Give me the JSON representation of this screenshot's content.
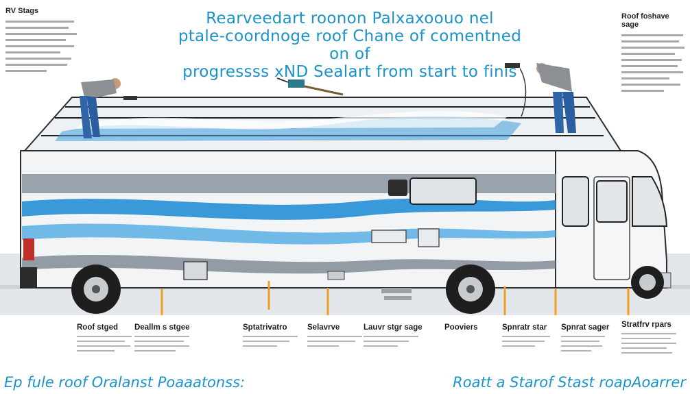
{
  "title": {
    "line1": "Rearveedart roonon Palxaxoouo nel",
    "line2": "ptale-coordnoge roof Chane of comentned on of",
    "line3": "progressss xND Sealart from start to finis"
  },
  "top_left_title": "RV Stags",
  "top_right_title": "Roof foshave sage",
  "stages": [
    {
      "label": "Roof stged"
    },
    {
      "label": "Deallm s stgee"
    },
    {
      "label": "Sptatrivatro"
    },
    {
      "label": "Selavrve"
    },
    {
      "label": "Lauvr stgr sage"
    },
    {
      "label": "Pooviers"
    },
    {
      "label": "Spnratr star"
    },
    {
      "label": "Spnrat sager"
    },
    {
      "label": "Stratfrv rpars"
    }
  ],
  "footer": {
    "left": "Ep fule roof Oralanst Poaaatonss:",
    "right": "Roatt a Starof Stast roapAoarrer"
  },
  "colors": {
    "accent": "#1c93c8",
    "rv_body": "#f2f4f6",
    "stripe_blue": "#3a9ad9",
    "marker": "#f0a020"
  }
}
